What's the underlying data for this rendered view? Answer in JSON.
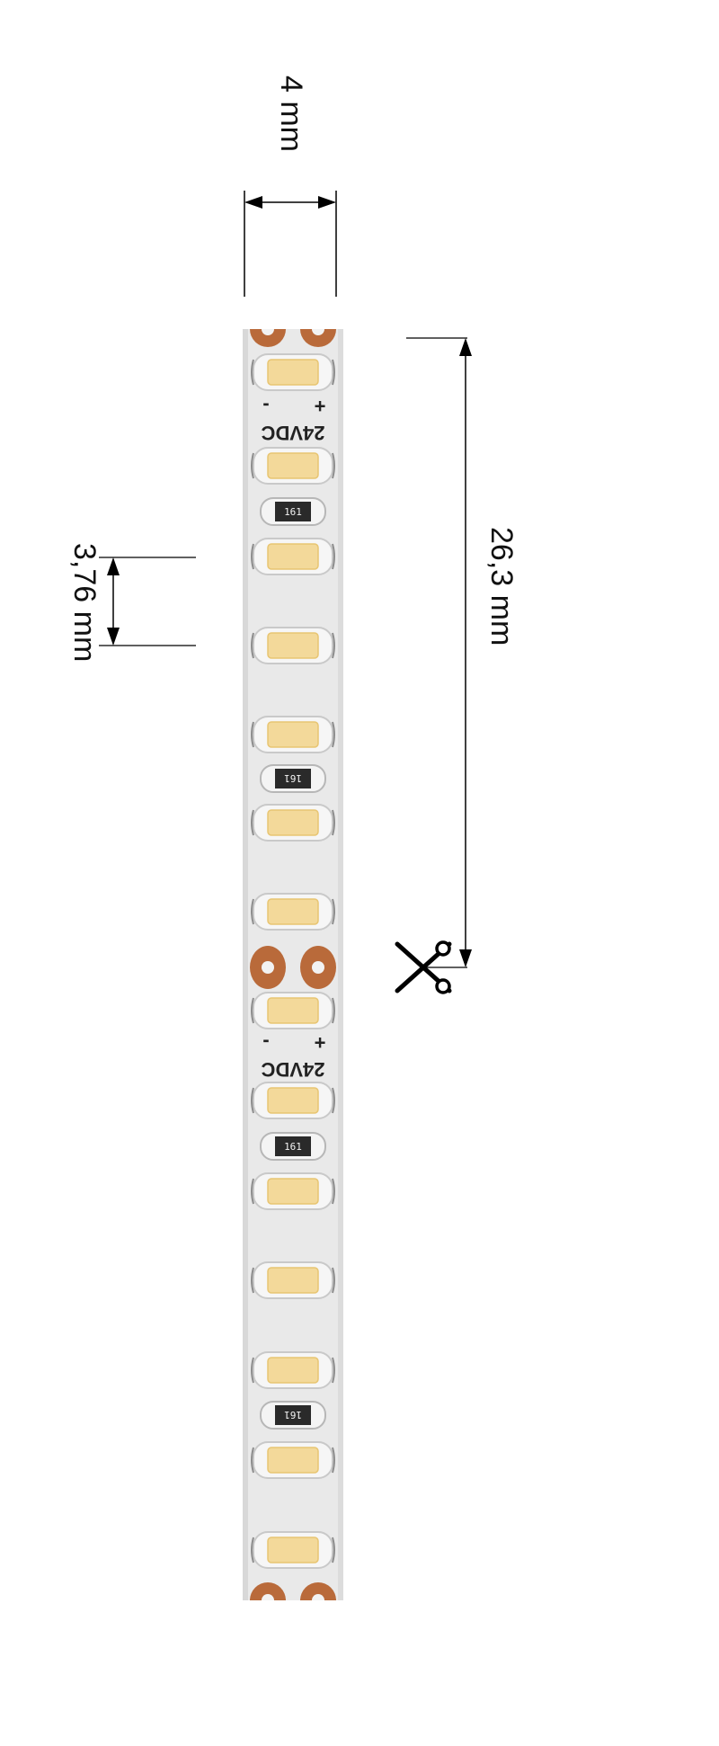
{
  "dimensions": {
    "width_label": "4 mm",
    "pitch_label": "3,76 mm",
    "cut_length_label": "26,3 mm"
  },
  "strip": {
    "polarity_minus": "-",
    "polarity_plus": "+",
    "voltage_label": "24VDC",
    "resistor_label": "161"
  },
  "icons": {
    "cut_mark": "scissors-icon"
  },
  "colors": {
    "strip": "#e9e9e9",
    "led_chip": "#f3d99a",
    "pad": "#b96a3a",
    "resistor": "#2a2a2a",
    "line": "#000000"
  }
}
